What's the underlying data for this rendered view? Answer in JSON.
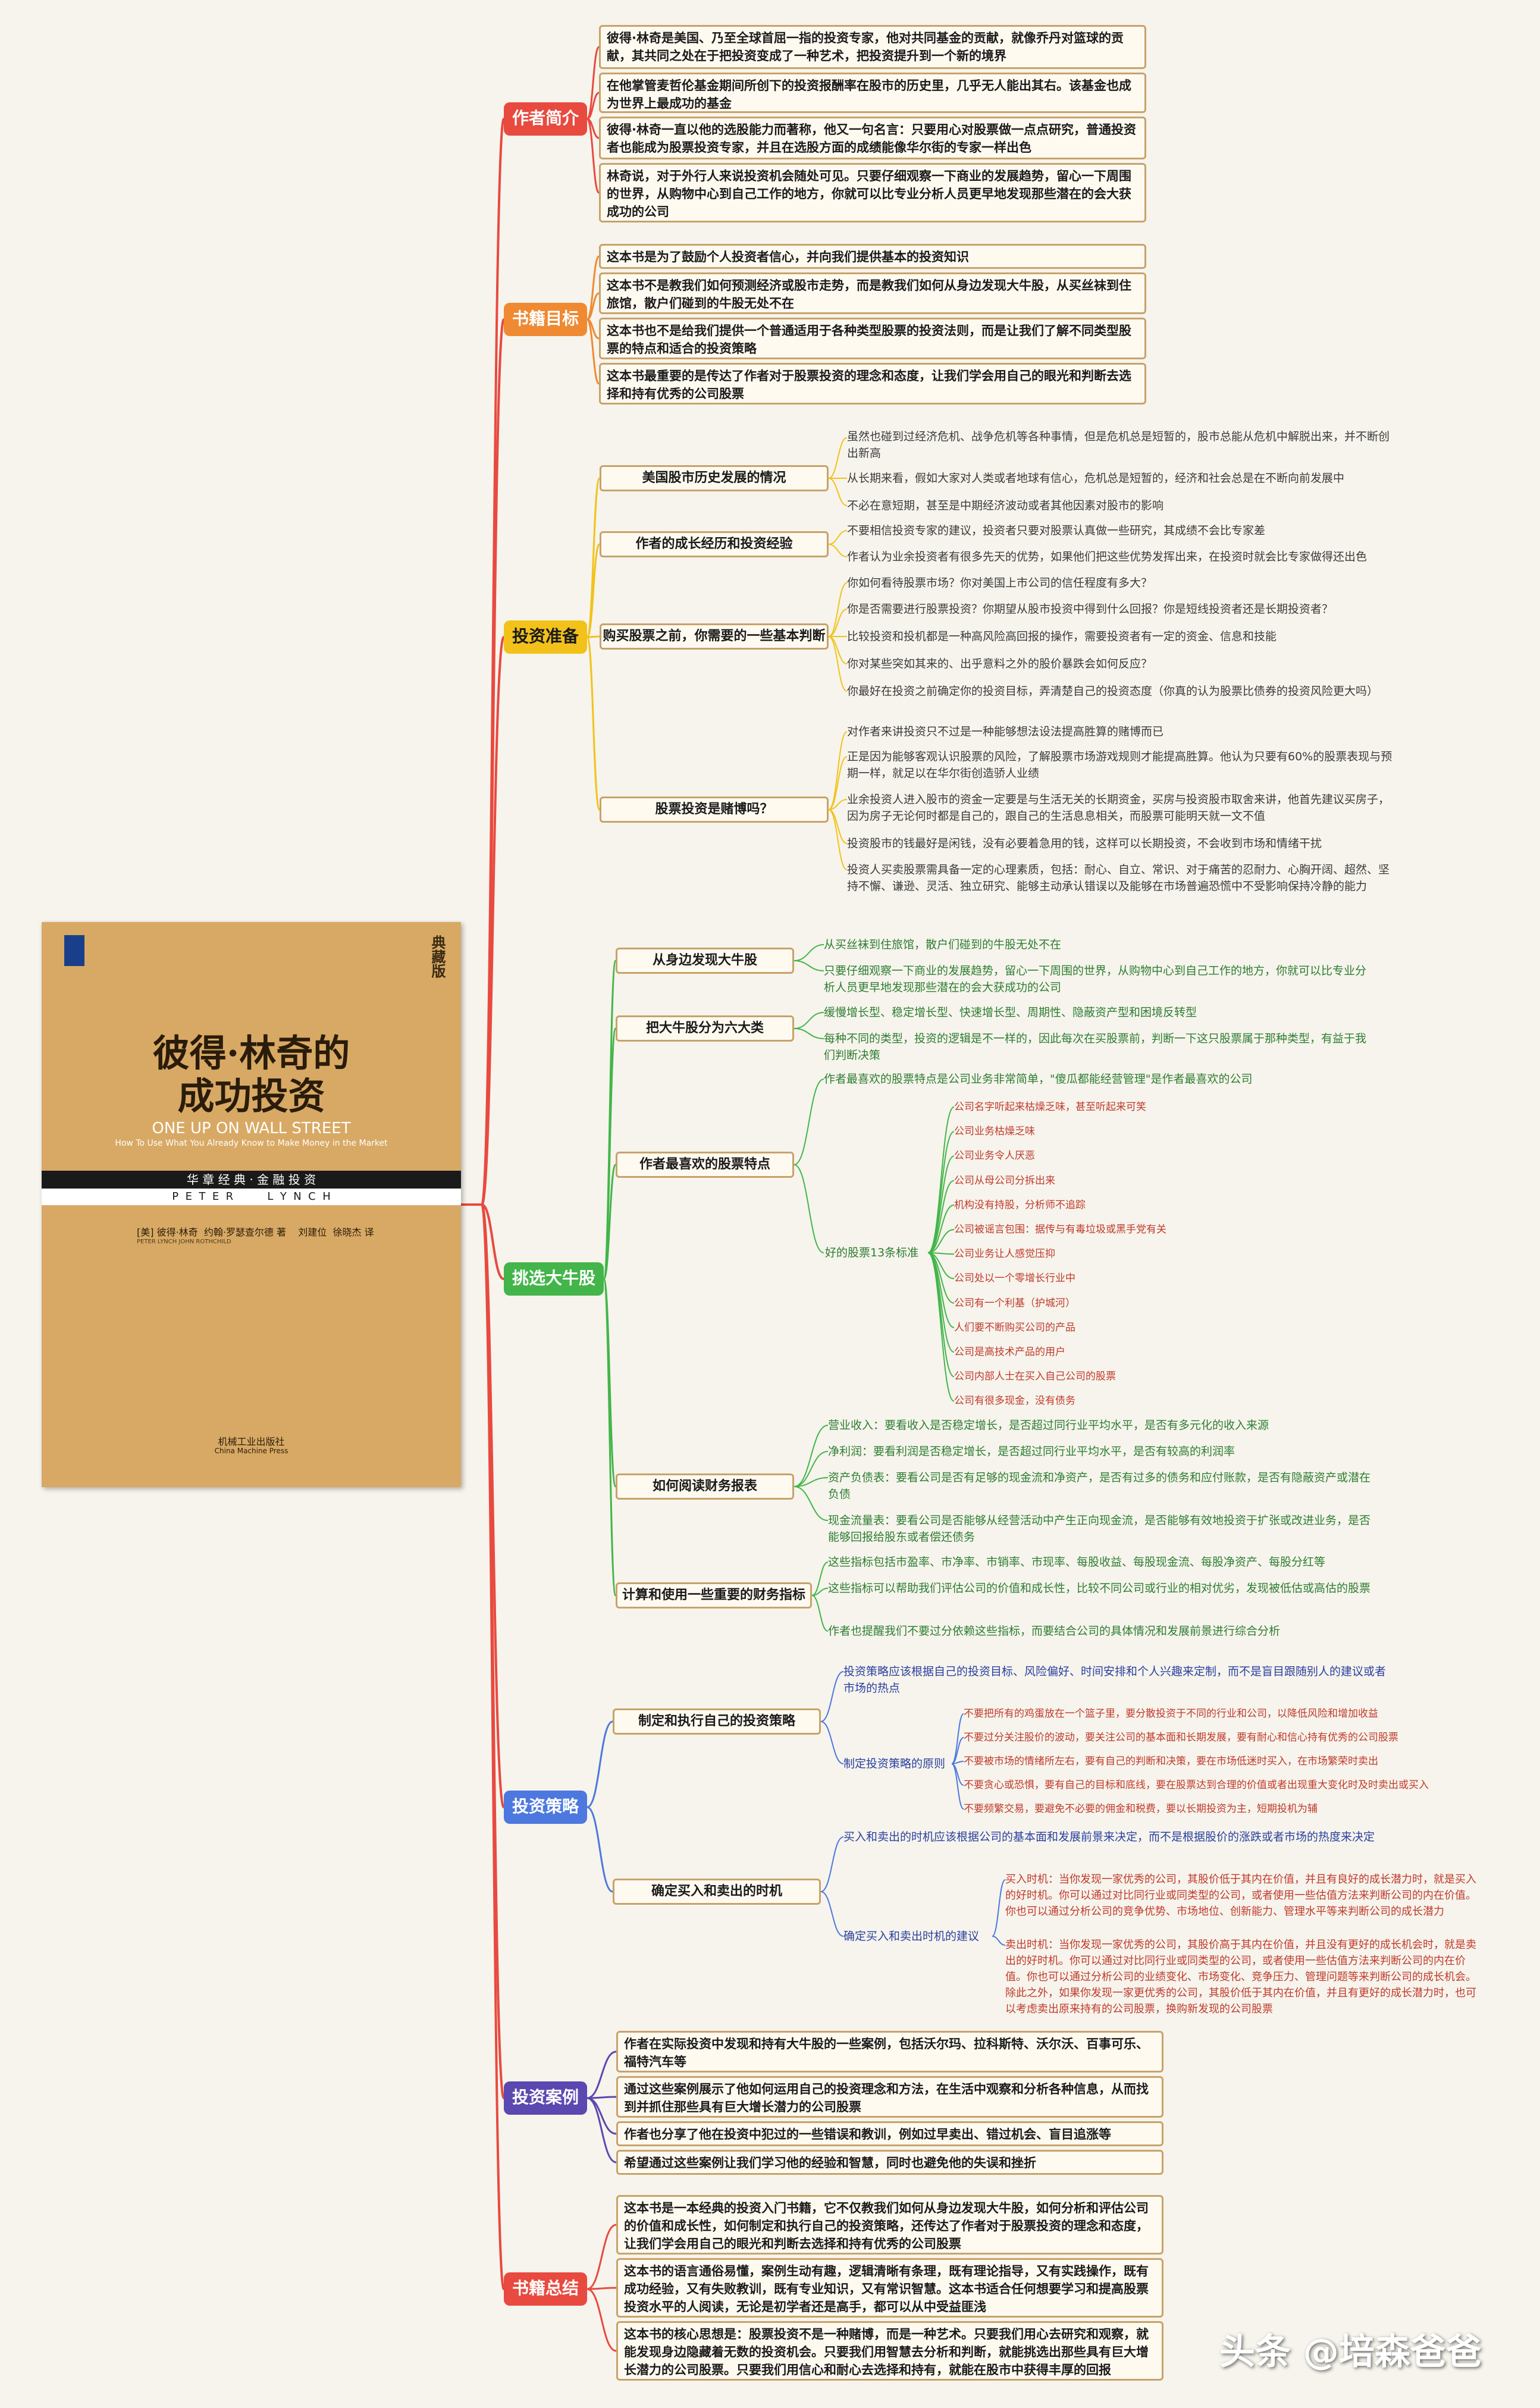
{
  "categories": {
    "author": {
      "label": "作者简介",
      "color": "#e84a40"
    },
    "goal": {
      "label": "书籍目标",
      "color": "#ef8a33"
    },
    "prep": {
      "label": "投资准备",
      "color": "#f2c21b"
    },
    "pick": {
      "label": "挑选大牛股",
      "color": "#43b54a"
    },
    "strategy": {
      "label": "投资策略",
      "color": "#4d78e0"
    },
    "cases": {
      "label": "投资案例",
      "color": "#5b48b0"
    },
    "summary": {
      "label": "书籍总结",
      "color": "#e84a40"
    }
  },
  "author_items": [
    "彼得·林奇是美国、乃至全球首屈一指的投资专家，他对共同基金的贡献，就像乔丹对篮球的贡献，其共同之处在于把投资变成了一种艺术，把投资提升到一个新的境界",
    "在他掌管麦哲伦基金期间所创下的投资报酬率在股市的历史里，几乎无人能出其右。该基金也成为世界上最成功的基金",
    "彼得·林奇一直以他的选股能力而著称，他又一句名言：只要用心对股票做一点点研究，普通投资者也能成为股票投资专家，并且在选股方面的成绩能像华尔街的专家一样出色",
    "林奇说，对于外行人来说投资机会随处可见。只要仔细观察一下商业的发展趋势，留心一下周围的世界，从购物中心到自己工作的地方，你就可以比专业分析人员更早地发现那些潜在的会大获成功的公司"
  ],
  "goal_items": [
    "这本书是为了鼓励个人投资者信心，并向我们提供基本的投资知识",
    "这本书不是教我们如何预测经济或股市走势，而是教我们如何从身边发现大牛股，从买丝袜到住旅馆，散户们碰到的牛股无处不在",
    "这本书也不是给我们提供一个普通适用于各种类型股票的投资法则，而是让我们了解不同类型股票的特点和适合的投资策略",
    "这本书最重要的是传达了作者对于股票投资的理念和态度，让我们学会用自己的眼光和判断去选择和持有优秀的公司股票"
  ],
  "prep": [
    {
      "label": "美国股市历史发展的情况",
      "items": [
        "虽然也碰到过经济危机、战争危机等各种事情，但是危机总是短暂的，股市总能从危机中解脱出来，并不断创出新高",
        "从长期来看，假如大家对人类或者地球有信心，危机总是短暂的，经济和社会总是在不断向前发展中",
        "不必在意短期，甚至是中期经济波动或者其他因素对股市的影响"
      ]
    },
    {
      "label": "作者的成长经历和投资经验",
      "items": [
        "不要相信投资专家的建议，投资者只要对股票认真做一些研究，其成绩不会比专家差",
        "作者认为业余投资者有很多先天的优势，如果他们把这些优势发挥出来，在投资时就会比专家做得还出色"
      ]
    },
    {
      "label": "购买股票之前，你需要的一些基本判断",
      "items": [
        "你如何看待股票市场？你对美国上市公司的信任程度有多大？",
        "你是否需要进行股票投资？你期望从股市投资中得到什么回报？你是短线投资者还是长期投资者？",
        "比较投资和投机都是一种高风险高回报的操作，需要投资者有一定的资金、信息和技能",
        "你对某些突如其来的、出乎意料之外的股价暴跌会如何反应？",
        "你最好在投资之前确定你的投资目标，弄清楚自己的投资态度（你真的认为股票比债券的投资风险更大吗）"
      ]
    },
    {
      "label": "股票投资是赌博吗？",
      "items": [
        "对作者来讲投资只不过是一种能够想法设法提高胜算的赌博而已",
        "正是因为能够客观认识股票的风险，了解股票市场游戏规则才能提高胜算。他认为只要有60%的股票表现与预期一样，就足以在华尔街创造骄人业绩",
        "业余投资人进入股市的资金一定要是与生活无关的长期资金，买房与投资股市取舍来讲，他首先建议买房子，因为房子无论何时都是自己的，跟自己的生活息息相关，而股票可能明天就一文不值",
        "投资股市的钱最好是闲钱，没有必要着急用的钱，这样可以长期投资，不会收到市场和情绪干扰",
        "投资人买卖股票需具备一定的心理素质，包括：耐心、自立、常识、对于痛苦的忍耐力、心胸开阔、超然、坚持不懈、谦逊、灵活、独立研究、能够主动承认错误以及能够在市场普遍恐慌中不受影响保持冷静的能力"
      ]
    }
  ],
  "pick": {
    "spot": {
      "label": "从身边发现大牛股",
      "items": [
        "从买丝袜到住旅馆，散户们碰到的牛股无处不在",
        "只要仔细观察一下商业的发展趋势，留心一下周围的世界，从购物中心到自己工作的地方，你就可以比专业分析人员更早地发现那些潜在的会大获成功的公司"
      ]
    },
    "six": {
      "label": "把大牛股分为六大类",
      "items": [
        "缓慢增长型、稳定增长型、快速增长型、周期性、隐蔽资产型和困境反转型",
        "每种不同的类型，投资的逻辑是不一样的，因此每次在买股票前，判断一下这只股票属于那种类型，有益于我们判断决策"
      ]
    },
    "fav": {
      "label": "作者最喜欢的股票特点",
      "intro": "作者最喜欢的股票特点是公司业务非常简单，\"傻瓜都能经营管理\"是作者最喜欢的公司",
      "std_label": "好的股票13条标准",
      "standards": [
        "公司名字听起来枯燥乏味，甚至听起来可笑",
        "公司业务枯燥乏味",
        "公司业务令人厌恶",
        "公司从母公司分拆出来",
        "机构没有持股，分析师不追踪",
        "公司被谣言包围：据传与有毒垃圾或黑手党有关",
        "公司业务让人感觉压抑",
        "公司处以一个零增长行业中",
        "公司有一个利基（护城河）",
        "人们要不断购买公司的产品",
        "公司是高技术产品的用户",
        "公司内部人士在买入自己公司的股票",
        "公司有很多现金，没有债务"
      ]
    },
    "fin": {
      "label": "如何阅读财务报表",
      "items": [
        "营业收入：要看收入是否稳定增长，是否超过同行业平均水平，是否有多元化的收入来源",
        "净利润：要看利润是否稳定增长，是否超过同行业平均水平，是否有较高的利润率",
        "资产负债表：要看公司是否有足够的现金流和净资产，是否有过多的债务和应付账款，是否有隐蔽资产或潜在负债",
        "现金流量表：要看公司是否能够从经营活动中产生正向现金流，是否能够有效地投资于扩张或改进业务，是否能够回报给股东或者偿还债务"
      ]
    },
    "ratio": {
      "label": "计算和使用一些重要的财务指标",
      "items": [
        "这些指标包括市盈率、市净率、市销率、市现率、每股收益、每股现金流、每股净资产、每股分红等",
        "这些指标可以帮助我们评估公司的价值和成长性，比较不同公司或行业的相对优劣，发现被低估或高估的股票",
        "作者也提醒我们不要过分依赖这些指标，而要结合公司的具体情况和发展前景进行综合分析"
      ]
    }
  },
  "strategy": {
    "plan": {
      "label": "制定和执行自己的投资策略",
      "intro": "投资策略应该根据自己的投资目标、风险偏好、时间安排和个人兴趣来定制，而不是盲目跟随别人的建议或者市场的热点",
      "sub_label": "制定投资策略的原则",
      "rules": [
        "不要把所有的鸡蛋放在一个篮子里，要分散投资于不同的行业和公司，以降低风险和增加收益",
        "不要过分关注股价的波动，要关注公司的基本面和长期发展，要有耐心和信心持有优秀的公司股票",
        "不要被市场的情绪所左右，要有自己的判断和决策，要在市场低迷时买入，在市场繁荣时卖出",
        "不要贪心或恐惧，要有自己的目标和底线，要在股票达到合理的价值或者出现重大变化时及时卖出或买入",
        "不要频繁交易，要避免不必要的佣金和税费，要以长期投资为主，短期投机为辅"
      ]
    },
    "timing": {
      "label": "确定买入和卖出的时机",
      "intro": "买入和卖出的时机应该根据公司的基本面和发展前景来决定，而不是根据股价的涨跌或者市场的热度来决定",
      "sub_label": "确定买入和卖出时机的建议",
      "rules": [
        "买入时机：当你发现一家优秀的公司，其股价低于其内在价值，并且有良好的成长潜力时，就是买入的好时机。你可以通过对比同行业或同类型的公司，或者使用一些估值方法来判断公司的内在价值。你也可以通过分析公司的竞争优势、市场地位、创新能力、管理水平等来判断公司的成长潜力",
        "卖出时机：当你发现一家优秀的公司，其股价高于其内在价值，并且没有更好的成长机会时，就是卖出的好时机。你可以通过对比同行业或同类型的公司，或者使用一些估值方法来判断公司的内在价值。你也可以通过分析公司的业绩变化、市场变化、竞争压力、管理问题等来判断公司的成长机会。除此之外，如果你发现一家更优秀的公司，其股价低于其内在价值，并且有更好的成长潜力时，也可以考虑卖出原来持有的公司股票，换购新发现的公司股票"
      ]
    }
  },
  "cases_items": [
    "作者在实际投资中发现和持有大牛股的一些案例，包括沃尔玛、拉科斯特、沃尔沃、百事可乐、福特汽车等",
    "通过这些案例展示了他如何运用自己的投资理念和方法，在生活中观察和分析各种信息，从而找到并抓住那些具有巨大增长潜力的公司股票",
    "作者也分享了他在投资中犯过的一些错误和教训，例如过早卖出、错过机会、盲目追涨等",
    "希望通过这些案例让我们学习他的经验和智慧，同时也避免他的失误和挫折"
  ],
  "summary_items": [
    "这本书是一本经典的投资入门书籍，它不仅教我们如何从身边发现大牛股，如何分析和评估公司的价值和成长性，如何制定和执行自己的投资策略，还传达了作者对于股票投资的理念和态度，让我们学会用自己的眼光和判断去选择和持有优秀的公司股票",
    "这本书的语言通俗易懂，案例生动有趣，逻辑清晰有条理，既有理论指导，又有实践操作，既有成功经验，又有失败教训，既有专业知识，又有常识智慧。这本书适合任何想要学习和提高股票投资水平的人阅读，无论是初学者还是高手，都可以从中受益匪浅",
    "这本书的核心思想是：股票投资不是一种赌博，而是一种艺术。只要我们用心去研究和观察，就能发现身边隐藏着无数的投资机会。只要我们用智慧去分析和判断，就能挑选出那些具有巨大增长潜力的公司股票。只要我们用信心和耐心去选择和持有，就能在股市中获得丰厚的回报"
  ],
  "cover": {
    "badge": "典藏版",
    "title1": "彼得·林奇的",
    "title2": "成功投资",
    "en_title": "ONE UP ON WALL STREET",
    "en_sub": "How To Use What You Already Know to Make Money in the Market",
    "band": "华 章 经 典 · 金 融 投 资",
    "author_en": "P  E  T  E  R          L  Y  N  C  H",
    "credits": "[美] 彼得·林奇  约翰·罗瑟查尔德 著    刘建位  徐晓杰 译",
    "credits_en": "PETER LYNCH   JOHN ROTHCHILD",
    "publisher": "机械工业出版社",
    "publisher_en": "China Machine Press"
  },
  "watermark": "头条 @培森爸爸",
  "colors": {
    "trunk": "#e84a40",
    "wire": "#c8a26b",
    "cover": "#d8a964",
    "leaf_text": "#3a3a3a",
    "serif_text": "#c0392b"
  }
}
